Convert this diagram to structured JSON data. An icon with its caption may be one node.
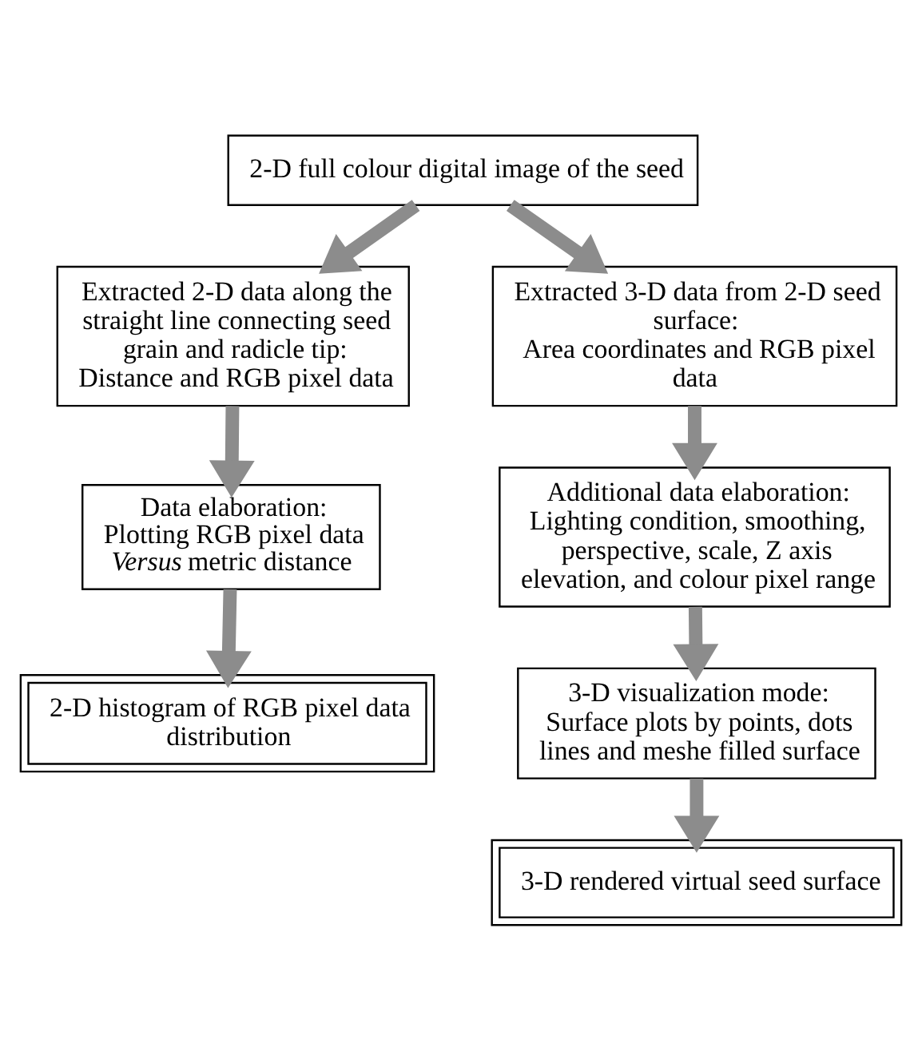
{
  "diagram": {
    "nodes": [
      {
        "text": [
          "2-D full colour digital image of the seed"
        ]
      },
      {
        "text": [
          "Extracted 2-D data along the straight line connecting seed grain and radicle tip:",
          "Distance and RGB pixel data"
        ]
      },
      {
        "text": [
          "Extracted 3-D data from 2-D seed surface:",
          "Area coordinates and RGB pixel data"
        ]
      },
      {
        "text": [
          "Data elaboration:",
          "Plotting RGB pixel data *Versus* metric distance"
        ]
      },
      {
        "text": [
          "Additional data elaboration:",
          "Lighting condition, smoothing, perspective, scale, Z axis elevation, and colour pixel range"
        ]
      },
      {
        "text": [
          "2-D histogram of RGB pixel data distribution"
        ]
      },
      {
        "text": [
          "3-D visualization mode:",
          "Surface plots by points, dots lines and meshe filled surface"
        ]
      },
      {
        "text": [
          "3-D rendered virtual seed surface"
        ]
      }
    ],
    "edges": [
      {
        "from": 0,
        "to": 1,
        "arrow": "to"
      },
      {
        "from": 0,
        "to": 2,
        "arrow": "to"
      },
      {
        "from": 1,
        "to": 3,
        "arrow": "to"
      },
      {
        "from": 3,
        "to": 5,
        "arrow": "to"
      },
      {
        "from": 2,
        "to": 4,
        "arrow": "to"
      },
      {
        "from": 4,
        "to": 6,
        "arrow": "to"
      },
      {
        "from": 6,
        "to": 7,
        "arrow": "to"
      }
    ]
  }
}
